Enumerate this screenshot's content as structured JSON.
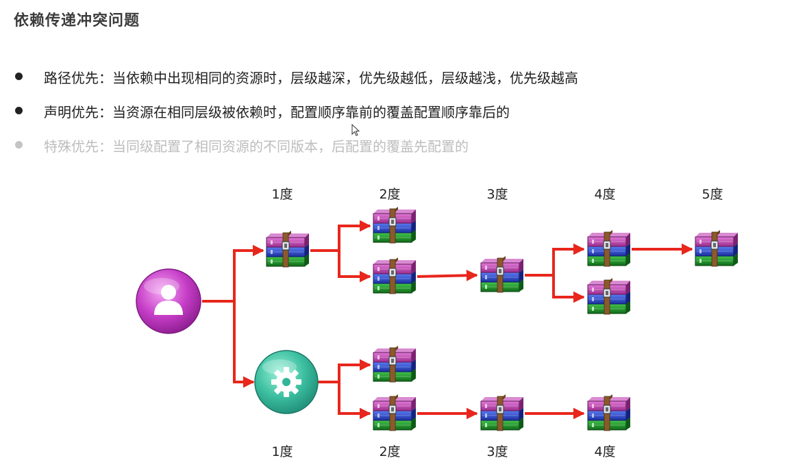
{
  "page": {
    "title": "依赖传递冲突问题"
  },
  "bullets": [
    {
      "text": "路径优先：当依赖中出现相同的资源时，层级越深，优先级越低，层级越浅，优先级越高",
      "faded": false
    },
    {
      "text": "声明优先：当资源在相同层级被依赖时，配置顺序靠前的覆盖配置顺序靠后的",
      "faded": false
    },
    {
      "text": "特殊优先：当同级配置了相同资源的不同版本，后配置的覆盖先配置的",
      "faded": true
    }
  ],
  "diagram": {
    "top_degree_labels": [
      "1度",
      "2度",
      "3度",
      "4度",
      "5度"
    ],
    "bottom_degree_labels": [
      "1度",
      "2度",
      "3度",
      "4度"
    ],
    "colors": {
      "arrow": "#e8261c",
      "user_node": "#b22fb8",
      "settings_node": "#33b59a"
    },
    "icons": {
      "user_node": "user-icon",
      "settings_node": "gear-icon",
      "package": "archive-package-icon"
    }
  }
}
